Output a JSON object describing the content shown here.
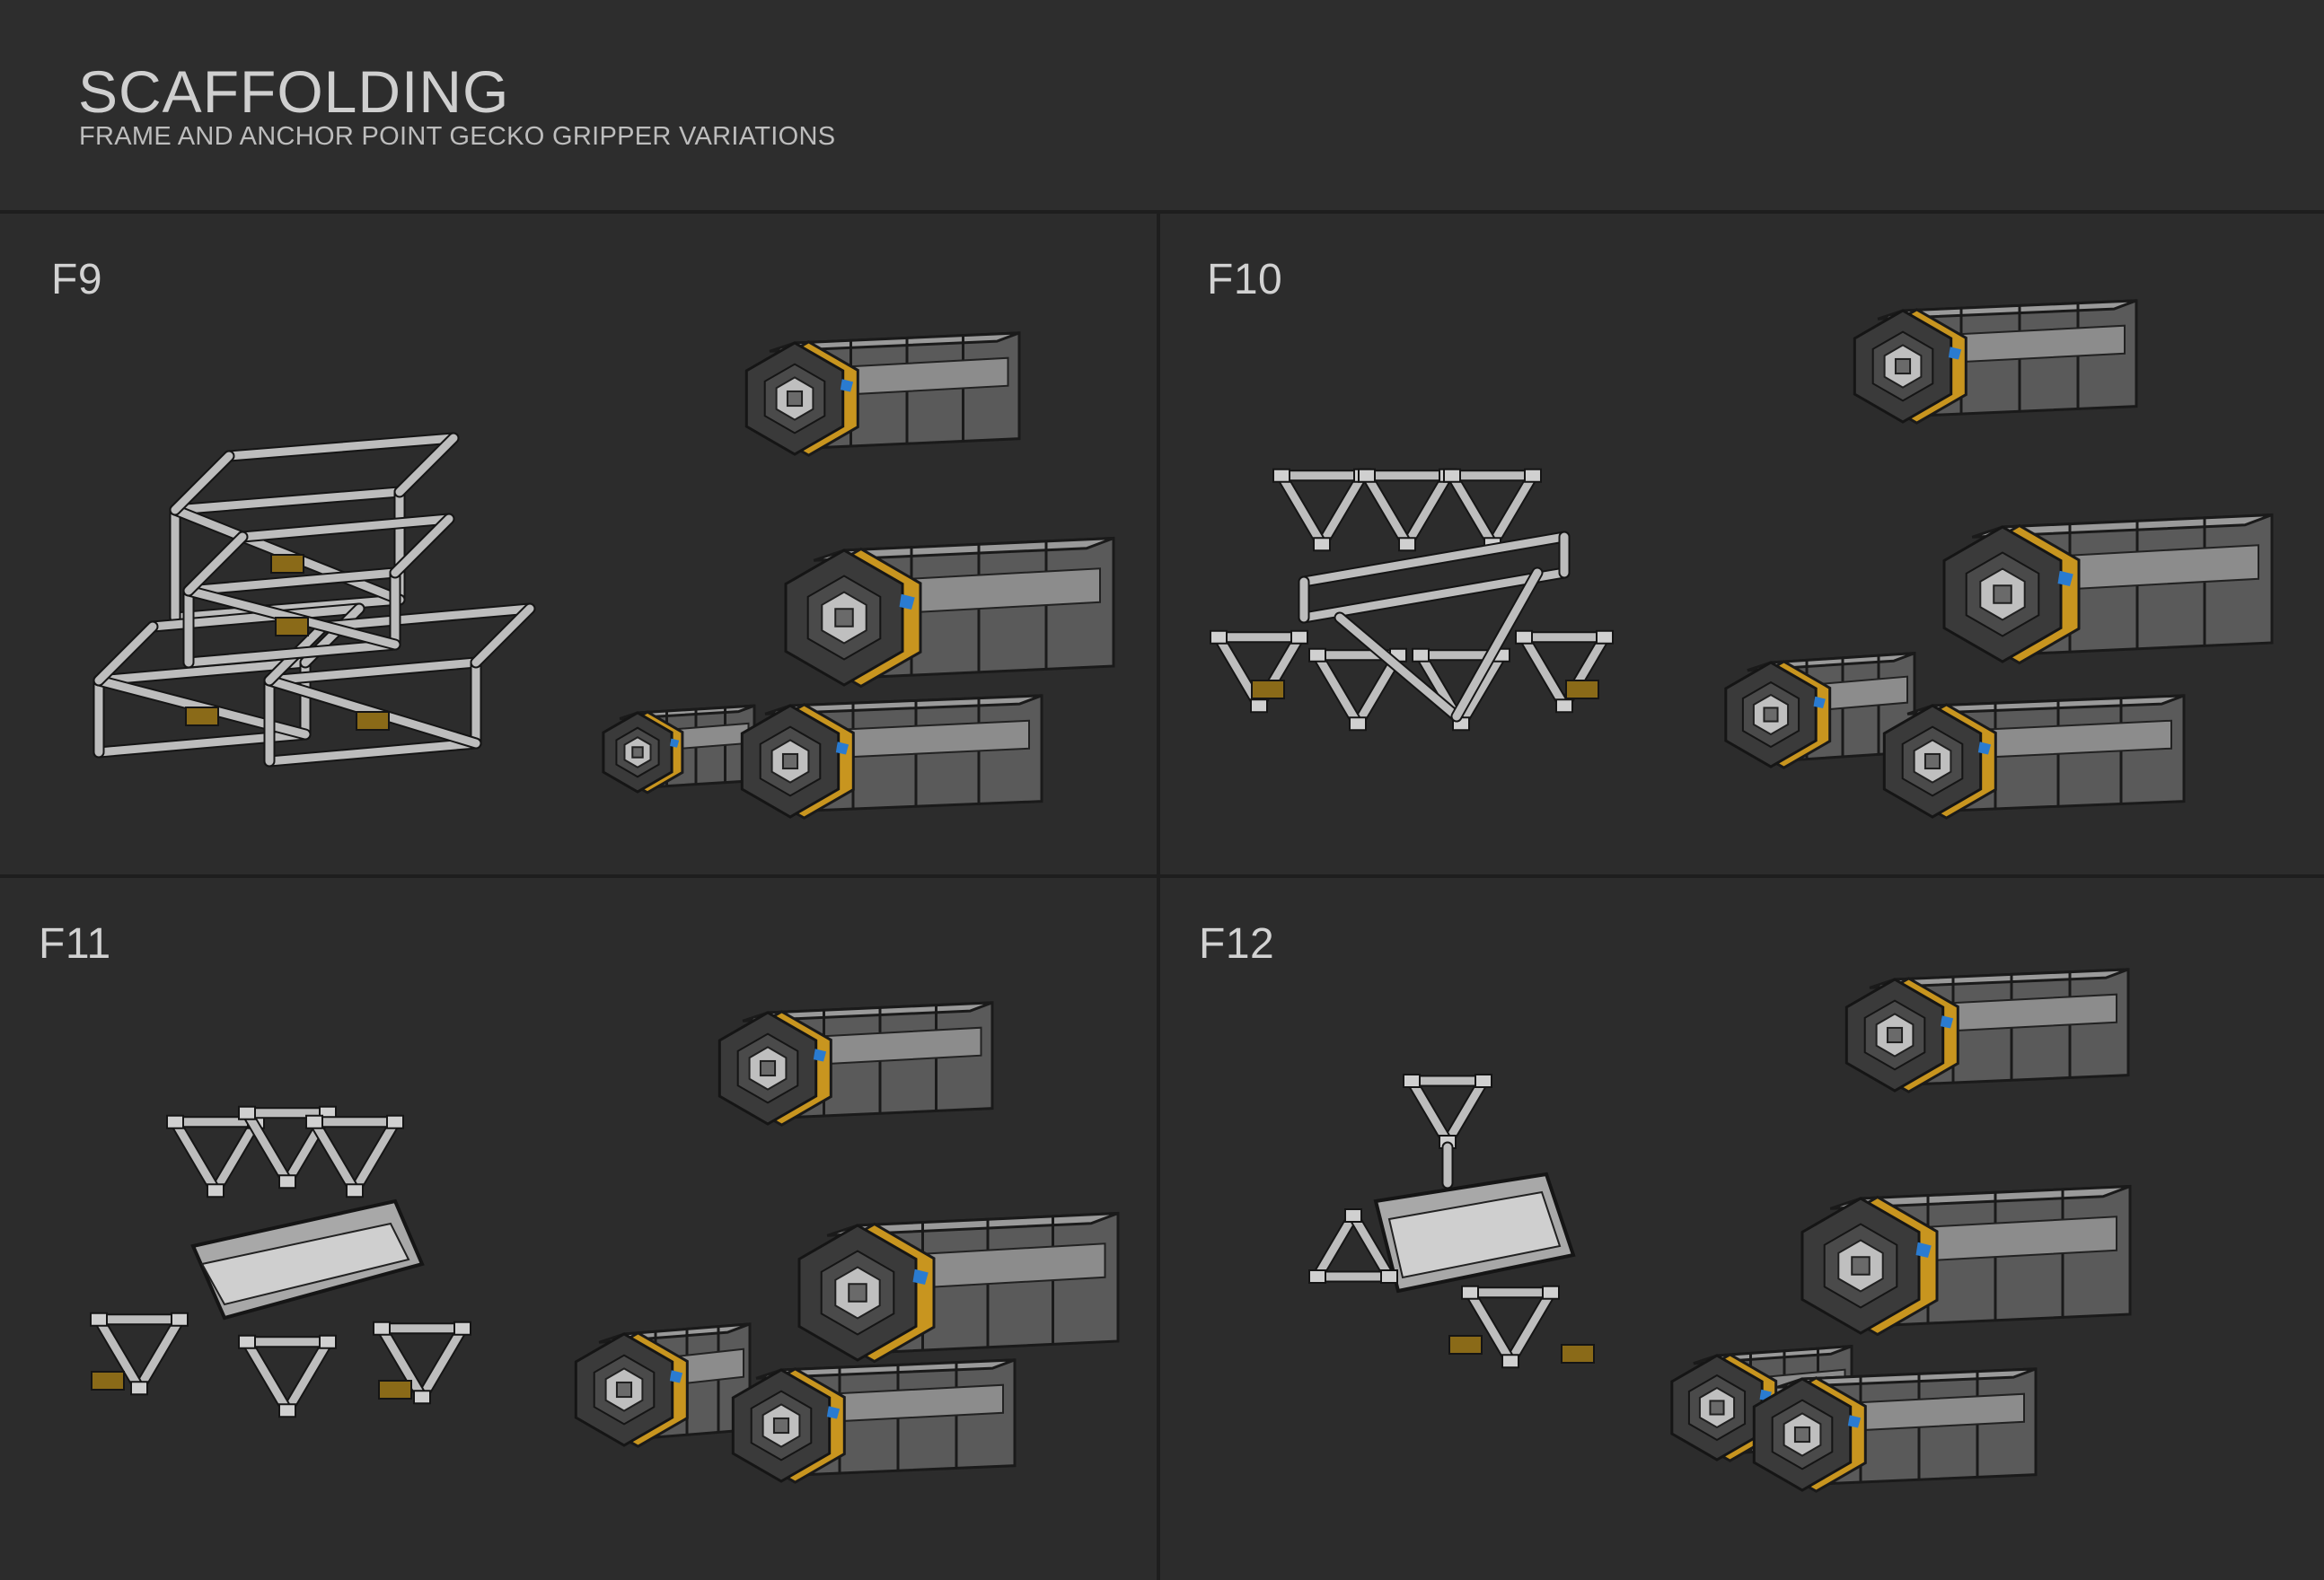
{
  "header": {
    "title": "SCAFFOLDING",
    "subtitle": "FRAME AND ANCHOR POINT GECKO GRIPPER VARIATIONS"
  },
  "panels": [
    {
      "label": "F9"
    },
    {
      "label": "F10"
    },
    {
      "label": "F11"
    },
    {
      "label": "F12"
    }
  ],
  "colors": {
    "background": "#2c2c2c",
    "divider": "#1e1e1e",
    "frame": "#bdbdbd",
    "canister_yellow": "#c8951f",
    "canister_dark": "#3a3a3a",
    "canister_grey": "#8a8a8a",
    "accent_blue": "#2a7bd0"
  }
}
